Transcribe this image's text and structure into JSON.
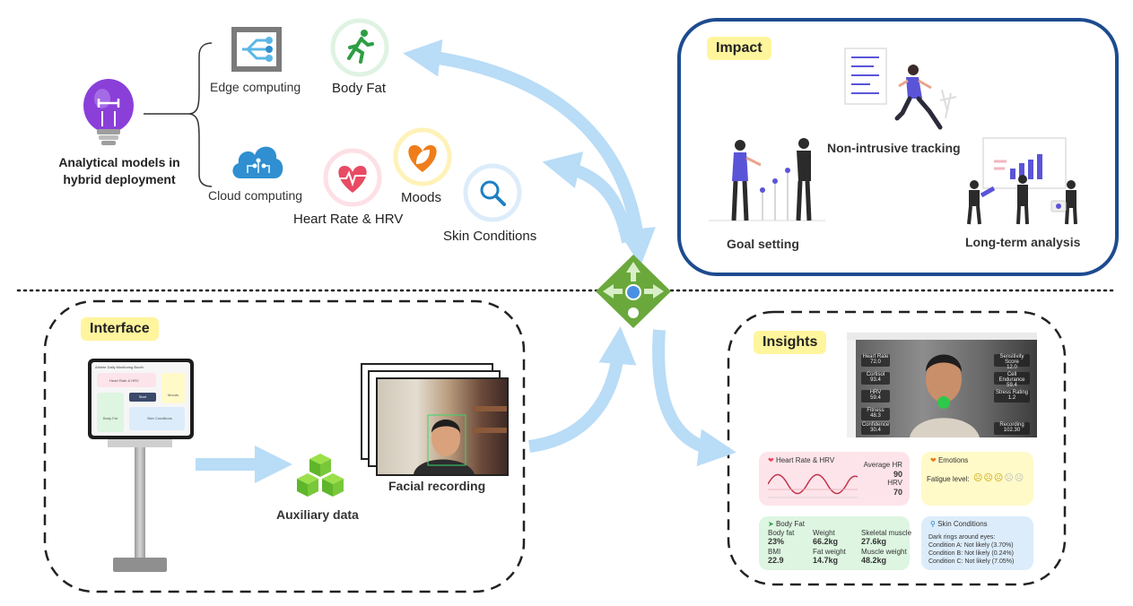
{
  "models": {
    "title_line1": "Analytical models in",
    "title_line2": "hybrid deployment",
    "edge": "Edge computing",
    "cloud": "Cloud computing"
  },
  "metrics": {
    "body_fat": "Body Fat",
    "heart_rate": "Heart Rate & HRV",
    "moods": "Moods",
    "skin": "Skin Conditions"
  },
  "impact": {
    "tag": "Impact",
    "tracking": "Non-intrusive tracking",
    "goal": "Goal setting",
    "longterm": "Long-term analysis"
  },
  "interface": {
    "tag": "Interface",
    "kiosk_title": "Athlete Daily Monitoring Booth",
    "kiosk_hr": "Heart Rate & HRV",
    "kiosk_moods": "Moods",
    "kiosk_start": "Start",
    "kiosk_bodyfat": "Body Fat",
    "kiosk_skin": "Skin Conditions",
    "auxiliary": "Auxiliary data",
    "facial": "Facial recording"
  },
  "insights": {
    "tag": "Insights",
    "hr_card": {
      "title": "Heart Rate & HRV",
      "avg_label": "Average HR",
      "avg_value": "90",
      "hrv_label": "HRV",
      "hrv_value": "70"
    },
    "emotions": {
      "title": "Emotions",
      "fatigue": "Fatigue level:"
    },
    "bodyfat_card": {
      "title": "Body Fat",
      "cells": [
        {
          "label": "Body fat",
          "value": "23%"
        },
        {
          "label": "Weight",
          "value": "66.2kg"
        },
        {
          "label": "Skeletal muscle",
          "value": "27.6kg"
        },
        {
          "label": "BMI",
          "value": "22.9"
        },
        {
          "label": "Fat weight",
          "value": "14.7kg"
        },
        {
          "label": "Muscle weight",
          "value": "48.2kg"
        }
      ]
    },
    "skin_card": {
      "title": "Skin Conditions",
      "dark_rings": "Dark rings around eyes:",
      "cond_a": "Condition A: Not likely (3.70%)",
      "cond_b": "Condition B: Not likely (0.24%)",
      "cond_c": "Condition C: Not likely (7.05%)"
    },
    "overlay": {
      "cells": [
        {
          "label": "Heart Rate",
          "value": "72.0"
        },
        {
          "label": "Cortisol",
          "value": "93.4"
        },
        {
          "label": "HRV",
          "value": "59.4"
        },
        {
          "label": "Fitness",
          "value": "48.3"
        },
        {
          "label": "Confidence",
          "value": "30.4"
        },
        {
          "label": "Sensitivity Score",
          "value": "12.0"
        },
        {
          "label": "Cell Endurance",
          "value": "59.4"
        },
        {
          "label": "Stress Rating",
          "value": "1.2"
        },
        {
          "label": "Recording",
          "value": "102.30"
        }
      ]
    }
  },
  "colors": {
    "arrow": "#b9dcf7",
    "impact_border": "#1d4b8f",
    "tag_bg": "#fff59d",
    "diamond": "#6aa83c",
    "card_pink": "#fde4ea",
    "card_yellow": "#fffac8",
    "card_green": "#ddf5e1",
    "card_blue": "#dcecfa"
  }
}
